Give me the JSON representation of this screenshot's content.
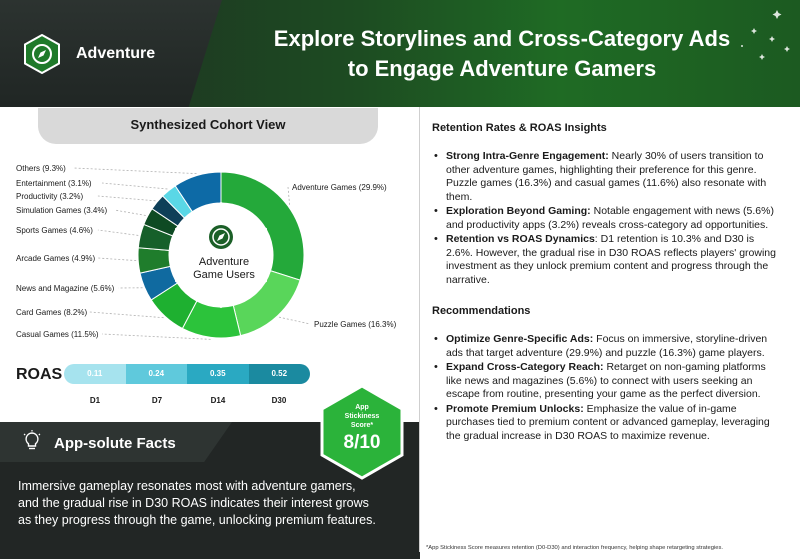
{
  "header": {
    "category": "Adventure",
    "title_line1": "Explore Storylines and Cross-Category Ads",
    "title_line2": "to Engage Adventure Gamers"
  },
  "cohort": {
    "title": "Synthesized Cohort View",
    "center_line1": "Adventure",
    "center_line2": "Game Users",
    "segments": [
      {
        "label": "Adventure Games (29.9%)",
        "value": 29.9,
        "color": "#24a93a"
      },
      {
        "label": "Puzzle Games (16.3%)",
        "value": 16.3,
        "color": "#59d65a"
      },
      {
        "label": "Casual Games (11.5%)",
        "value": 11.5,
        "color": "#2cc33b"
      },
      {
        "label": "Card Games (8.2%)",
        "value": 8.2,
        "color": "#1eb030"
      },
      {
        "label": "News and Magazine (5.6%)",
        "value": 5.6,
        "color": "#106aa0"
      },
      {
        "label": "Arcade Games (4.9%)",
        "value": 4.9,
        "color": "#1f7d2c"
      },
      {
        "label": "Sports Games (4.6%)",
        "value": 4.6,
        "color": "#16602a"
      },
      {
        "label": "Simulation Games (3.4%)",
        "value": 3.4,
        "color": "#0e4a23"
      },
      {
        "label": "Productivity (3.2%)",
        "value": 3.2,
        "color": "#0e3f58"
      },
      {
        "label": "Entertainment (3.1%)",
        "value": 3.1,
        "color": "#5ad7e6"
      },
      {
        "label": "Others (9.3%)",
        "value": 9.3,
        "color": "#0d6aa6"
      }
    ]
  },
  "roas": {
    "label": "ROAS",
    "values": [
      "0.11",
      "0.24",
      "0.35",
      "0.52"
    ],
    "days": [
      "D1",
      "D7",
      "D14",
      "D30"
    ],
    "colors": [
      "#a6e3ee",
      "#5fc9dc",
      "#2aa9c2",
      "#1b8aa0"
    ]
  },
  "stickiness": {
    "line1": "App",
    "line2": "Stickiness",
    "line3": "Score*",
    "score": "8/10"
  },
  "facts": {
    "title": "App-solute Facts",
    "body": "Immersive gameplay resonates most with adventure gamers, and the gradual rise in D30 ROAS indicates their interest grows as they progress through the game, unlocking premium features."
  },
  "insights": {
    "title": "Retention Rates & ROAS Insights",
    "items": [
      {
        "bold": "Strong Intra-Genre Engagement:",
        "text": " Nearly 30% of users transition to other adventure games, highlighting their preference for this genre. Puzzle games (16.3%) and casual games (11.6%) also resonate with them."
      },
      {
        "bold": "Exploration Beyond Gaming:",
        "text": " Notable engagement with news (5.6%) and productivity apps (3.2%) reveals cross-category ad opportunities."
      },
      {
        "bold": "Retention vs ROAS Dynamics",
        "text": ": D1 retention is 10.3% and D30 is 2.6%. However, the gradual rise in D30 ROAS reflects players' growing investment as they unlock premium content and progress through the narrative."
      }
    ]
  },
  "recommendations": {
    "title": "Recommendations",
    "items": [
      {
        "bold": "Optimize Genre-Specific Ads:",
        "text": " Focus on immersive, storyline-driven ads that target adventure (29.9%) and puzzle (16.3%) game players."
      },
      {
        "bold": "Expand Cross-Category Reach:",
        "text": " Retarget on non-gaming platforms like news and magazines (5.6%) to connect with users seeking an escape from routine, presenting your game as the perfect diversion."
      },
      {
        "bold": "Promote Premium Unlocks:",
        "text": " Emphasize the value of in-game purchases tied to premium content or advanced gameplay, leveraging the gradual increase in D30 ROAS to maximize revenue."
      }
    ]
  },
  "footnote": "*App Stickiness Score measures retention (D0-D30) and interaction frequency, helping shape retargeting strategies."
}
